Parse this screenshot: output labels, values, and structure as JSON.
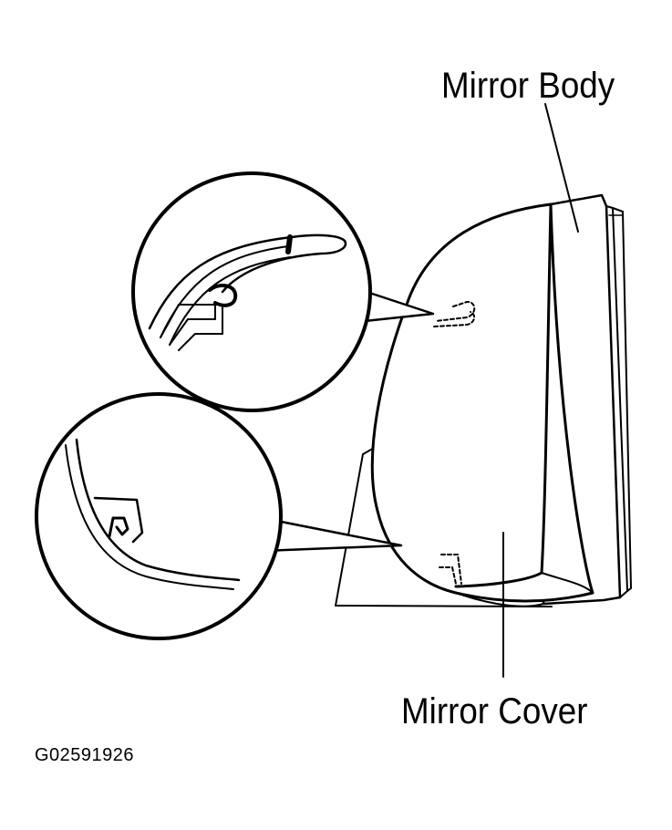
{
  "labels": {
    "mirror_body": "Mirror Body",
    "mirror_cover": "Mirror Cover",
    "figure_code": "G02591926"
  },
  "colors": {
    "line": "#000000",
    "background": "#ffffff"
  }
}
